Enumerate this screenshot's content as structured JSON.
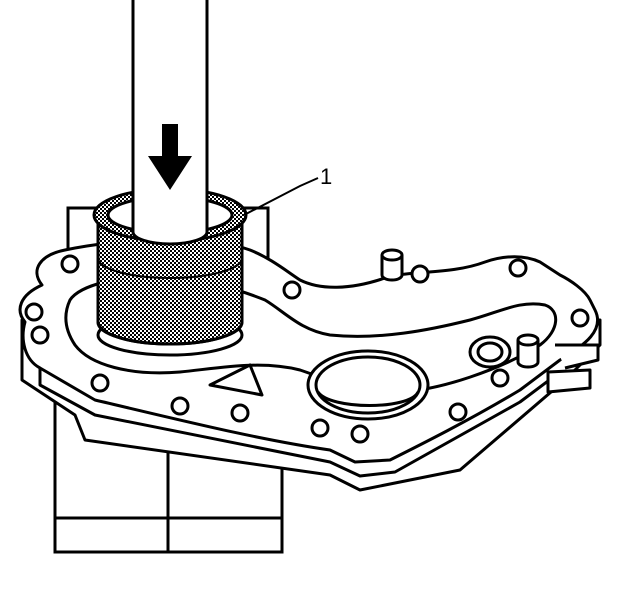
{
  "diagram": {
    "callouts": [
      {
        "id": "1",
        "text": "1"
      }
    ],
    "stroke_color": "#000000",
    "background_color": "#ffffff",
    "hatch_color": "#555555",
    "arrow_direction": "down"
  }
}
